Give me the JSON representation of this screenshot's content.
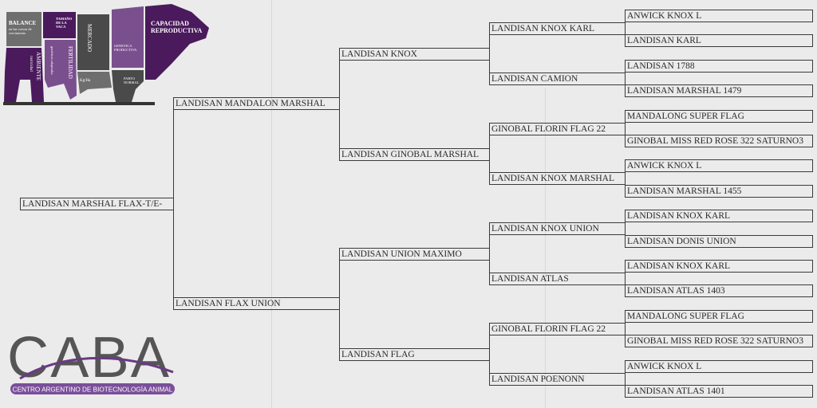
{
  "logo_cow": {
    "labels": {
      "balance": "BALANCE",
      "balance_sub": "en las curvas de crecimiento",
      "tamano": "TAMAÑO DE LA VACA",
      "mercado": "MERCADO",
      "capacidad": "CAPACIDAD REPRODUCTIVA",
      "genetica": "GENETICA PRODUCTIVA",
      "fertilidad": "FERTILIDAD",
      "geneticas": "genéticas adaptadas",
      "ambiente": "AMBIENTE",
      "rusticidad": "rusticidad",
      "kgha": "Kg/Ha",
      "parto": "PARTO NORMAL"
    },
    "colors": {
      "purple": "#4a1a5c",
      "light_purple": "#7a4f8e",
      "gray": "#6e6e6e",
      "dark_gray": "#4a4a4a"
    }
  },
  "logo_caba": {
    "name": "CABA",
    "subtitle": "CENTRO ARGENTINO DE BIOTECNOLOGÍA ANIMAL",
    "colors": {
      "purple": "#6a3a85",
      "gray": "#555555"
    }
  },
  "pedigree": {
    "gen1": [
      "LANDISAN MARSHAL FLAX-T/E-"
    ],
    "gen2": [
      "LANDISAN MANDALON MARSHAL",
      "LANDISAN FLAX UNION"
    ],
    "gen3": [
      "LANDISAN KNOX",
      "LANDISAN GINOBAL MARSHAL",
      "LANDISAN UNION MAXIMO",
      "LANDISAN FLAG"
    ],
    "gen4": [
      "LANDISAN KNOX KARL",
      "LANDISAN CAMION",
      "GINOBAL FLORIN FLAG 22",
      "LANDISAN KNOX MARSHAL",
      "LANDISAN KNOX UNION",
      "LANDISAN ATLAS",
      "GINOBAL FLORIN FLAG 22",
      "LANDISAN POENONN"
    ],
    "gen5": [
      "ANWICK KNOX L",
      "LANDISAN KARL",
      "LANDISAN 1788",
      "LANDISAN MARSHAL 1479",
      "MANDALONG SUPER FLAG",
      "GINOBAL MISS RED ROSE 322 SATURNO3",
      "ANWICK KNOX L",
      "LANDISAN MARSHAL 1455",
      "LANDISAN KNOX KARL",
      "LANDISAN DONIS UNION",
      "LANDISAN KNOX KARL",
      "LANDISAN ATLAS 1403",
      "MANDALONG SUPER FLAG",
      "GINOBAL MISS RED ROSE 322 SATURNO3",
      "ANWICK KNOX L",
      "LANDISAN ATLAS 1401"
    ]
  }
}
